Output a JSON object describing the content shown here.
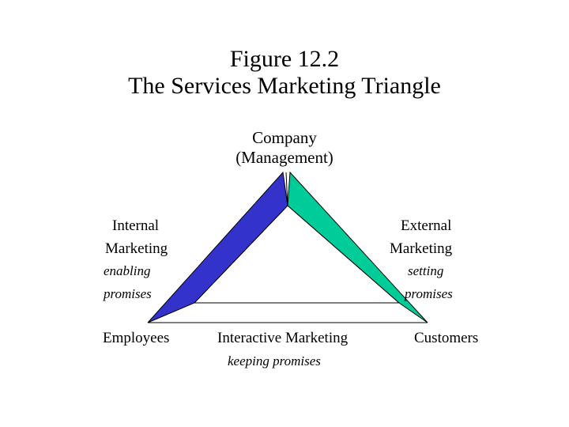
{
  "title": {
    "line1": "Figure 12.2",
    "line2": "The Services Marketing Triangle"
  },
  "apex": {
    "line1": "Company",
    "line2": "(Management)"
  },
  "left_side": {
    "line1": "Internal",
    "line2": "Marketing",
    "sub1": "enabling",
    "sub2": "promises"
  },
  "right_side": {
    "line1": "External",
    "line2": "Marketing",
    "sub1": "setting",
    "sub2": "promises"
  },
  "bottom_left": "Employees",
  "bottom_right": "Customers",
  "bottom_side": {
    "line1": "Interactive Marketing",
    "sub1": "keeping promises"
  },
  "colors": {
    "internal_band": "#3333cc",
    "external_band": "#00cc99",
    "outline": "#000000",
    "background": "#ffffff"
  }
}
